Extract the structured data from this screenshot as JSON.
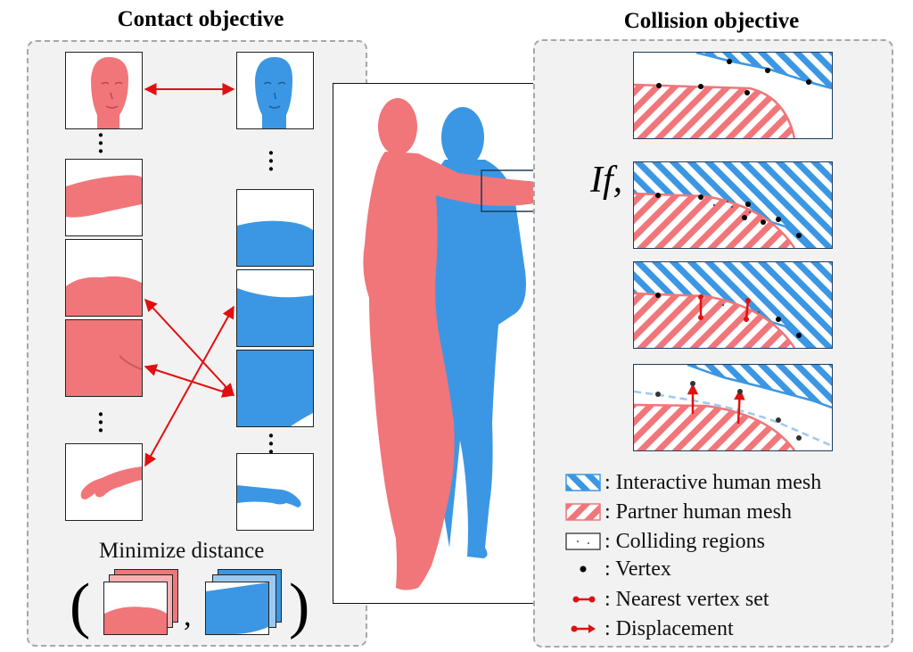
{
  "titles": {
    "contact": "Contact objective",
    "collision": "Collision objective"
  },
  "contact_panel": {
    "caption": "Minimize distance",
    "open_paren": "(",
    "comma": ",",
    "close_paren": ")"
  },
  "collision_panel": {
    "condition_label": "If,"
  },
  "legend": [
    {
      "label": ": Interactive human mesh",
      "symbol": "blue-hatch"
    },
    {
      "label": ": Partner human mesh",
      "symbol": "red-hatch"
    },
    {
      "label": ": Colliding regions",
      "symbol": "dotted-box"
    },
    {
      "label": ": Vertex",
      "symbol": "black-dot"
    },
    {
      "label": ": Nearest vertex set",
      "symbol": "red-dot-line"
    },
    {
      "label": ": Displacement",
      "symbol": "red-arrow"
    }
  ],
  "colors": {
    "partner_red": "#f0767a",
    "interactive_blue": "#3b97e3",
    "arrow_red": "#e01010",
    "panel_bg": "#f2f2f2"
  }
}
